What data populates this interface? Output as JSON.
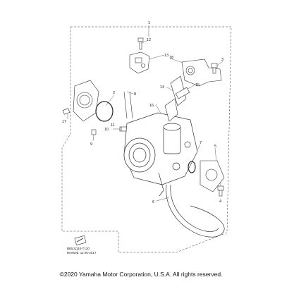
{
  "callouts": [
    {
      "id": "c1",
      "label": "1"
    },
    {
      "id": "c2",
      "label": "2"
    },
    {
      "id": "c3",
      "label": "3"
    },
    {
      "id": "c4",
      "label": "4"
    },
    {
      "id": "c5",
      "label": "5"
    },
    {
      "id": "c6",
      "label": "6"
    },
    {
      "id": "c7",
      "label": "7"
    },
    {
      "id": "c8",
      "label": "8"
    },
    {
      "id": "c9",
      "label": "9"
    },
    {
      "id": "c10",
      "label": "10"
    },
    {
      "id": "c11",
      "label": "11"
    },
    {
      "id": "c12",
      "label": "12"
    },
    {
      "id": "c13",
      "label": "13"
    },
    {
      "id": "c14",
      "label": "14"
    },
    {
      "id": "c15",
      "label": "15"
    },
    {
      "id": "c16",
      "label": "16"
    },
    {
      "id": "c17",
      "label": "17"
    },
    {
      "id": "c18",
      "label": "18"
    }
  ],
  "diagram_code": "BB5J1110-T120",
  "revised": "Revised: 11-20-2017",
  "copyright": "©2020 Yamaha Motor Corporation, U.S.A. All rights reserved.",
  "colors": {
    "line": "#333333",
    "background": "#ffffff",
    "watermark": "#d0d0d0"
  }
}
